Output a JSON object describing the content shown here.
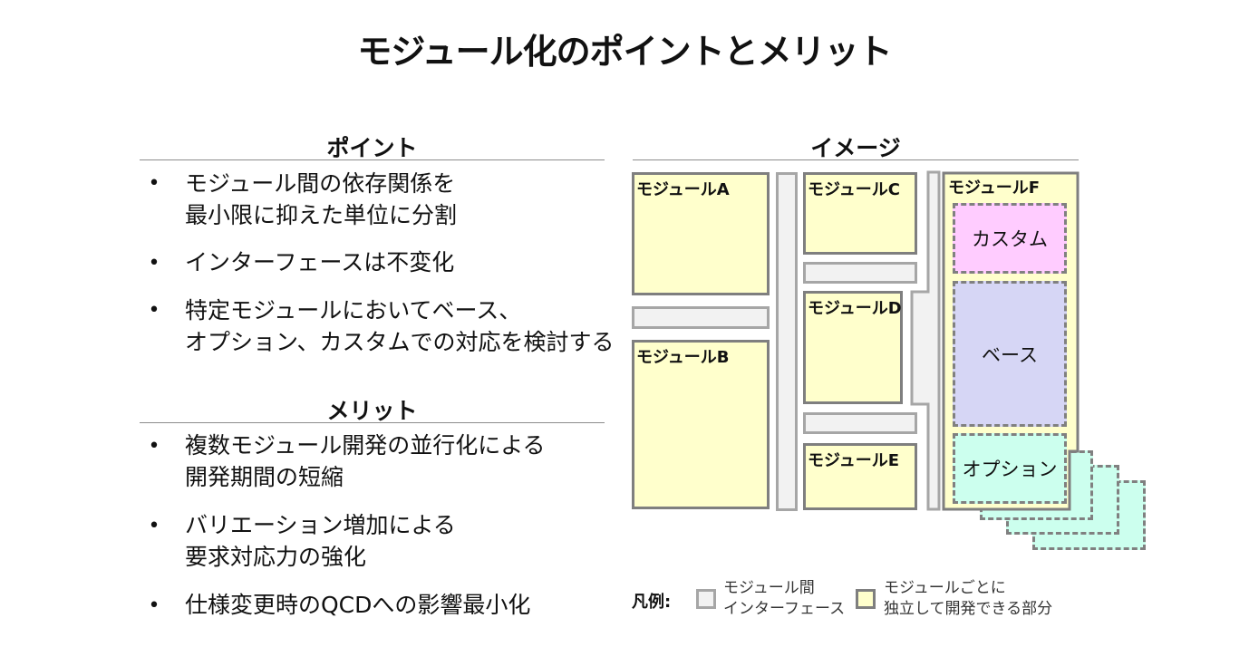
{
  "title": "モジュール化のポイントとメリット",
  "point": {
    "heading": "ポイント",
    "items": [
      [
        "モジュール間の依存関係を",
        "最小限に抑えた単位に分割"
      ],
      [
        "インターフェースは不変化"
      ],
      [
        "特定モジュールにおいてベース、",
        "オプション、カスタムでの対応を検討する"
      ]
    ]
  },
  "merit": {
    "heading": "メリット",
    "items": [
      [
        "複数モジュール開発の並行化による",
        "開発期間の短縮"
      ],
      [
        "バリエーション増加による",
        "要求対応力の強化"
      ],
      [
        "仕様変更時のQCDへの影響最小化"
      ]
    ]
  },
  "image": {
    "heading": "イメージ",
    "modules": {
      "a": "モジュールA",
      "b": "モジュールB",
      "c": "モジュールC",
      "d": "モジュールD",
      "e": "モジュールE",
      "f": "モジュールF"
    },
    "custom": "カスタム",
    "base": "ベース",
    "option": "オプション"
  },
  "legend": {
    "label": "凡例:",
    "interface": [
      "モジュール間",
      "インターフェース"
    ],
    "independent": [
      "モジュールごとに",
      "独立して開発できる部分"
    ]
  },
  "colors": {
    "module_fill": "#ffffcc",
    "interface_fill": "#f2f2f2",
    "custom_fill": "#ffccff",
    "base_fill": "#d6d6f5",
    "option_fill": "#ccffee",
    "border": "#7f7f7f"
  }
}
